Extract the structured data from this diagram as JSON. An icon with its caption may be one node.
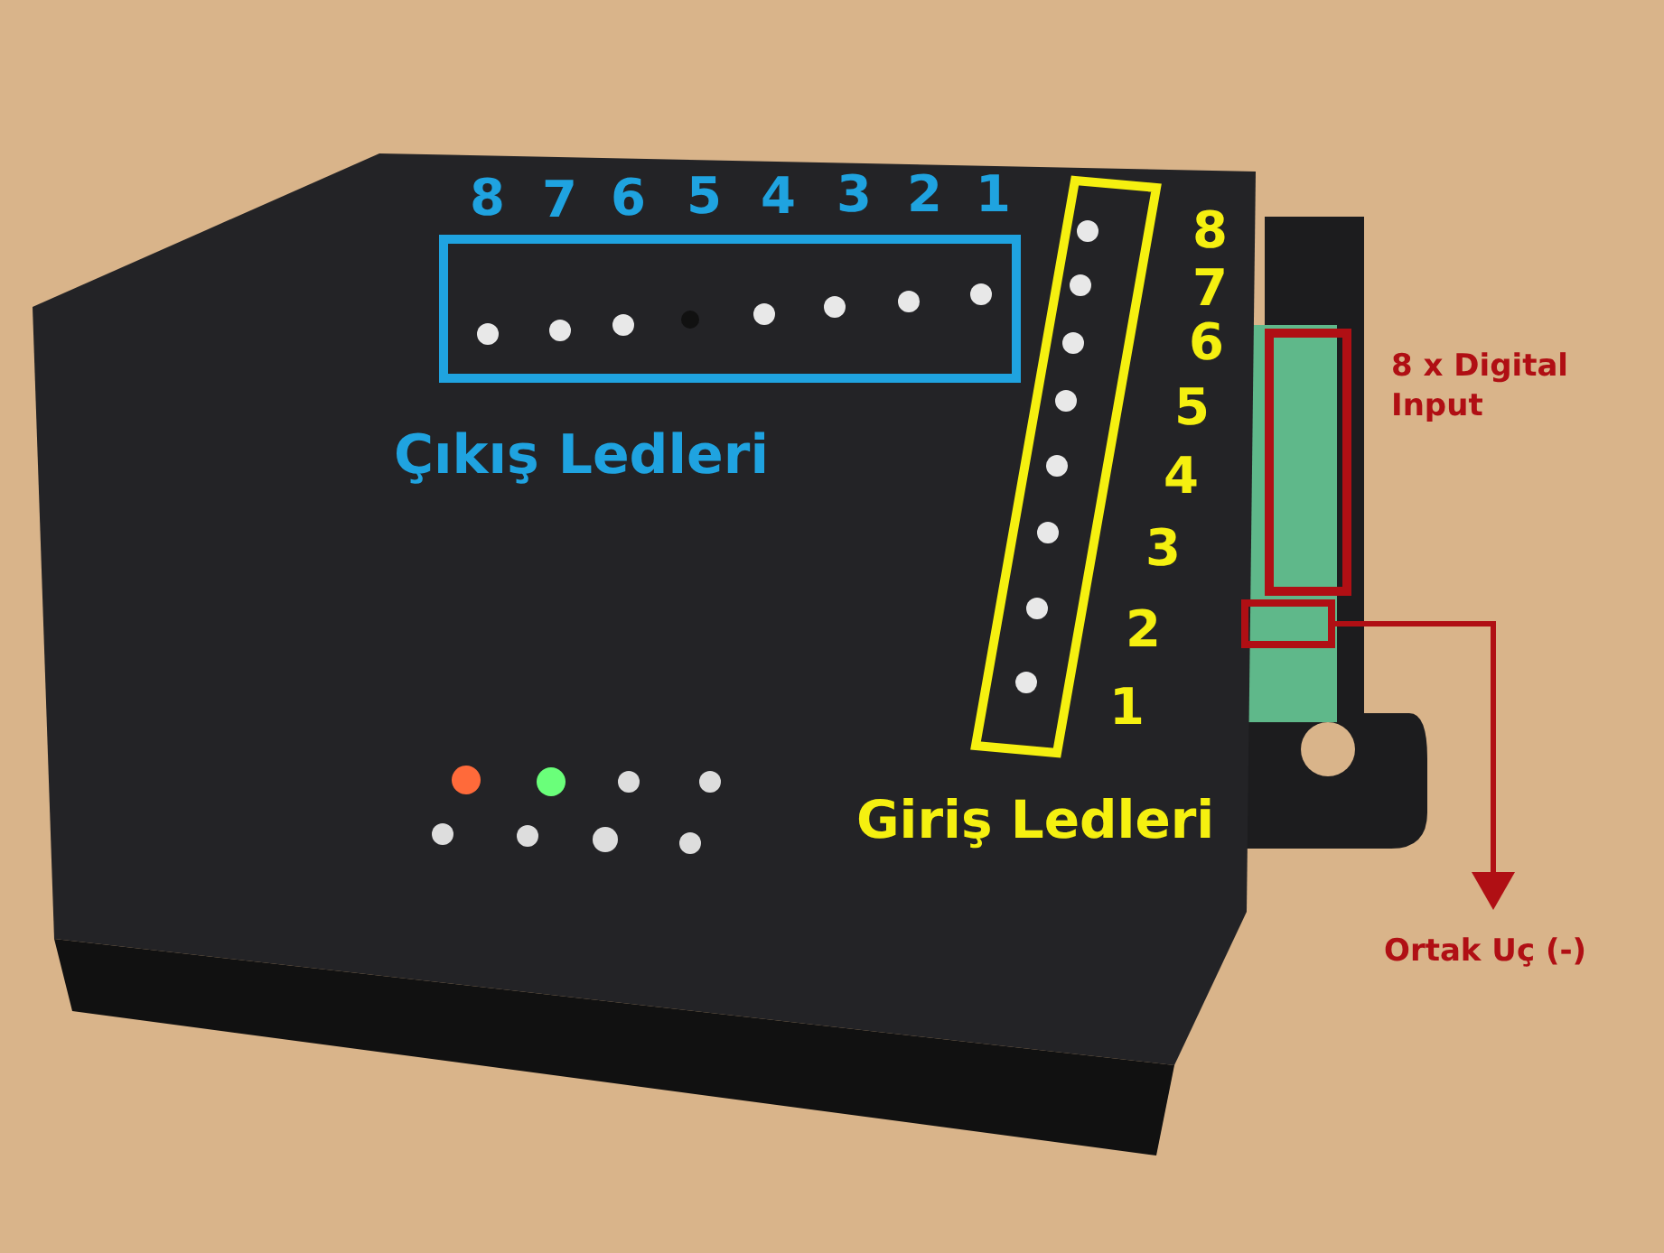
{
  "diagram": {
    "nodes": [
      {
        "text": [
          "Çıkış Ledleri"
        ]
      },
      {
        "text": [
          "Giriş Ledleri"
        ]
      },
      {
        "text": [
          "8 x Digital Input"
        ]
      },
      {
        "text": [],
        "shape": "box"
      },
      {
        "text": [
          "Ortak Uç (-)"
        ]
      }
    ],
    "edges": [
      {
        "from": 3,
        "to": 4,
        "arrow": "to"
      }
    ],
    "labels": [
      "8",
      "7",
      "6",
      "5",
      "4",
      "3",
      "2",
      "1",
      "8",
      "7",
      "6",
      "5",
      "4",
      "3",
      "2",
      "1"
    ]
  }
}
